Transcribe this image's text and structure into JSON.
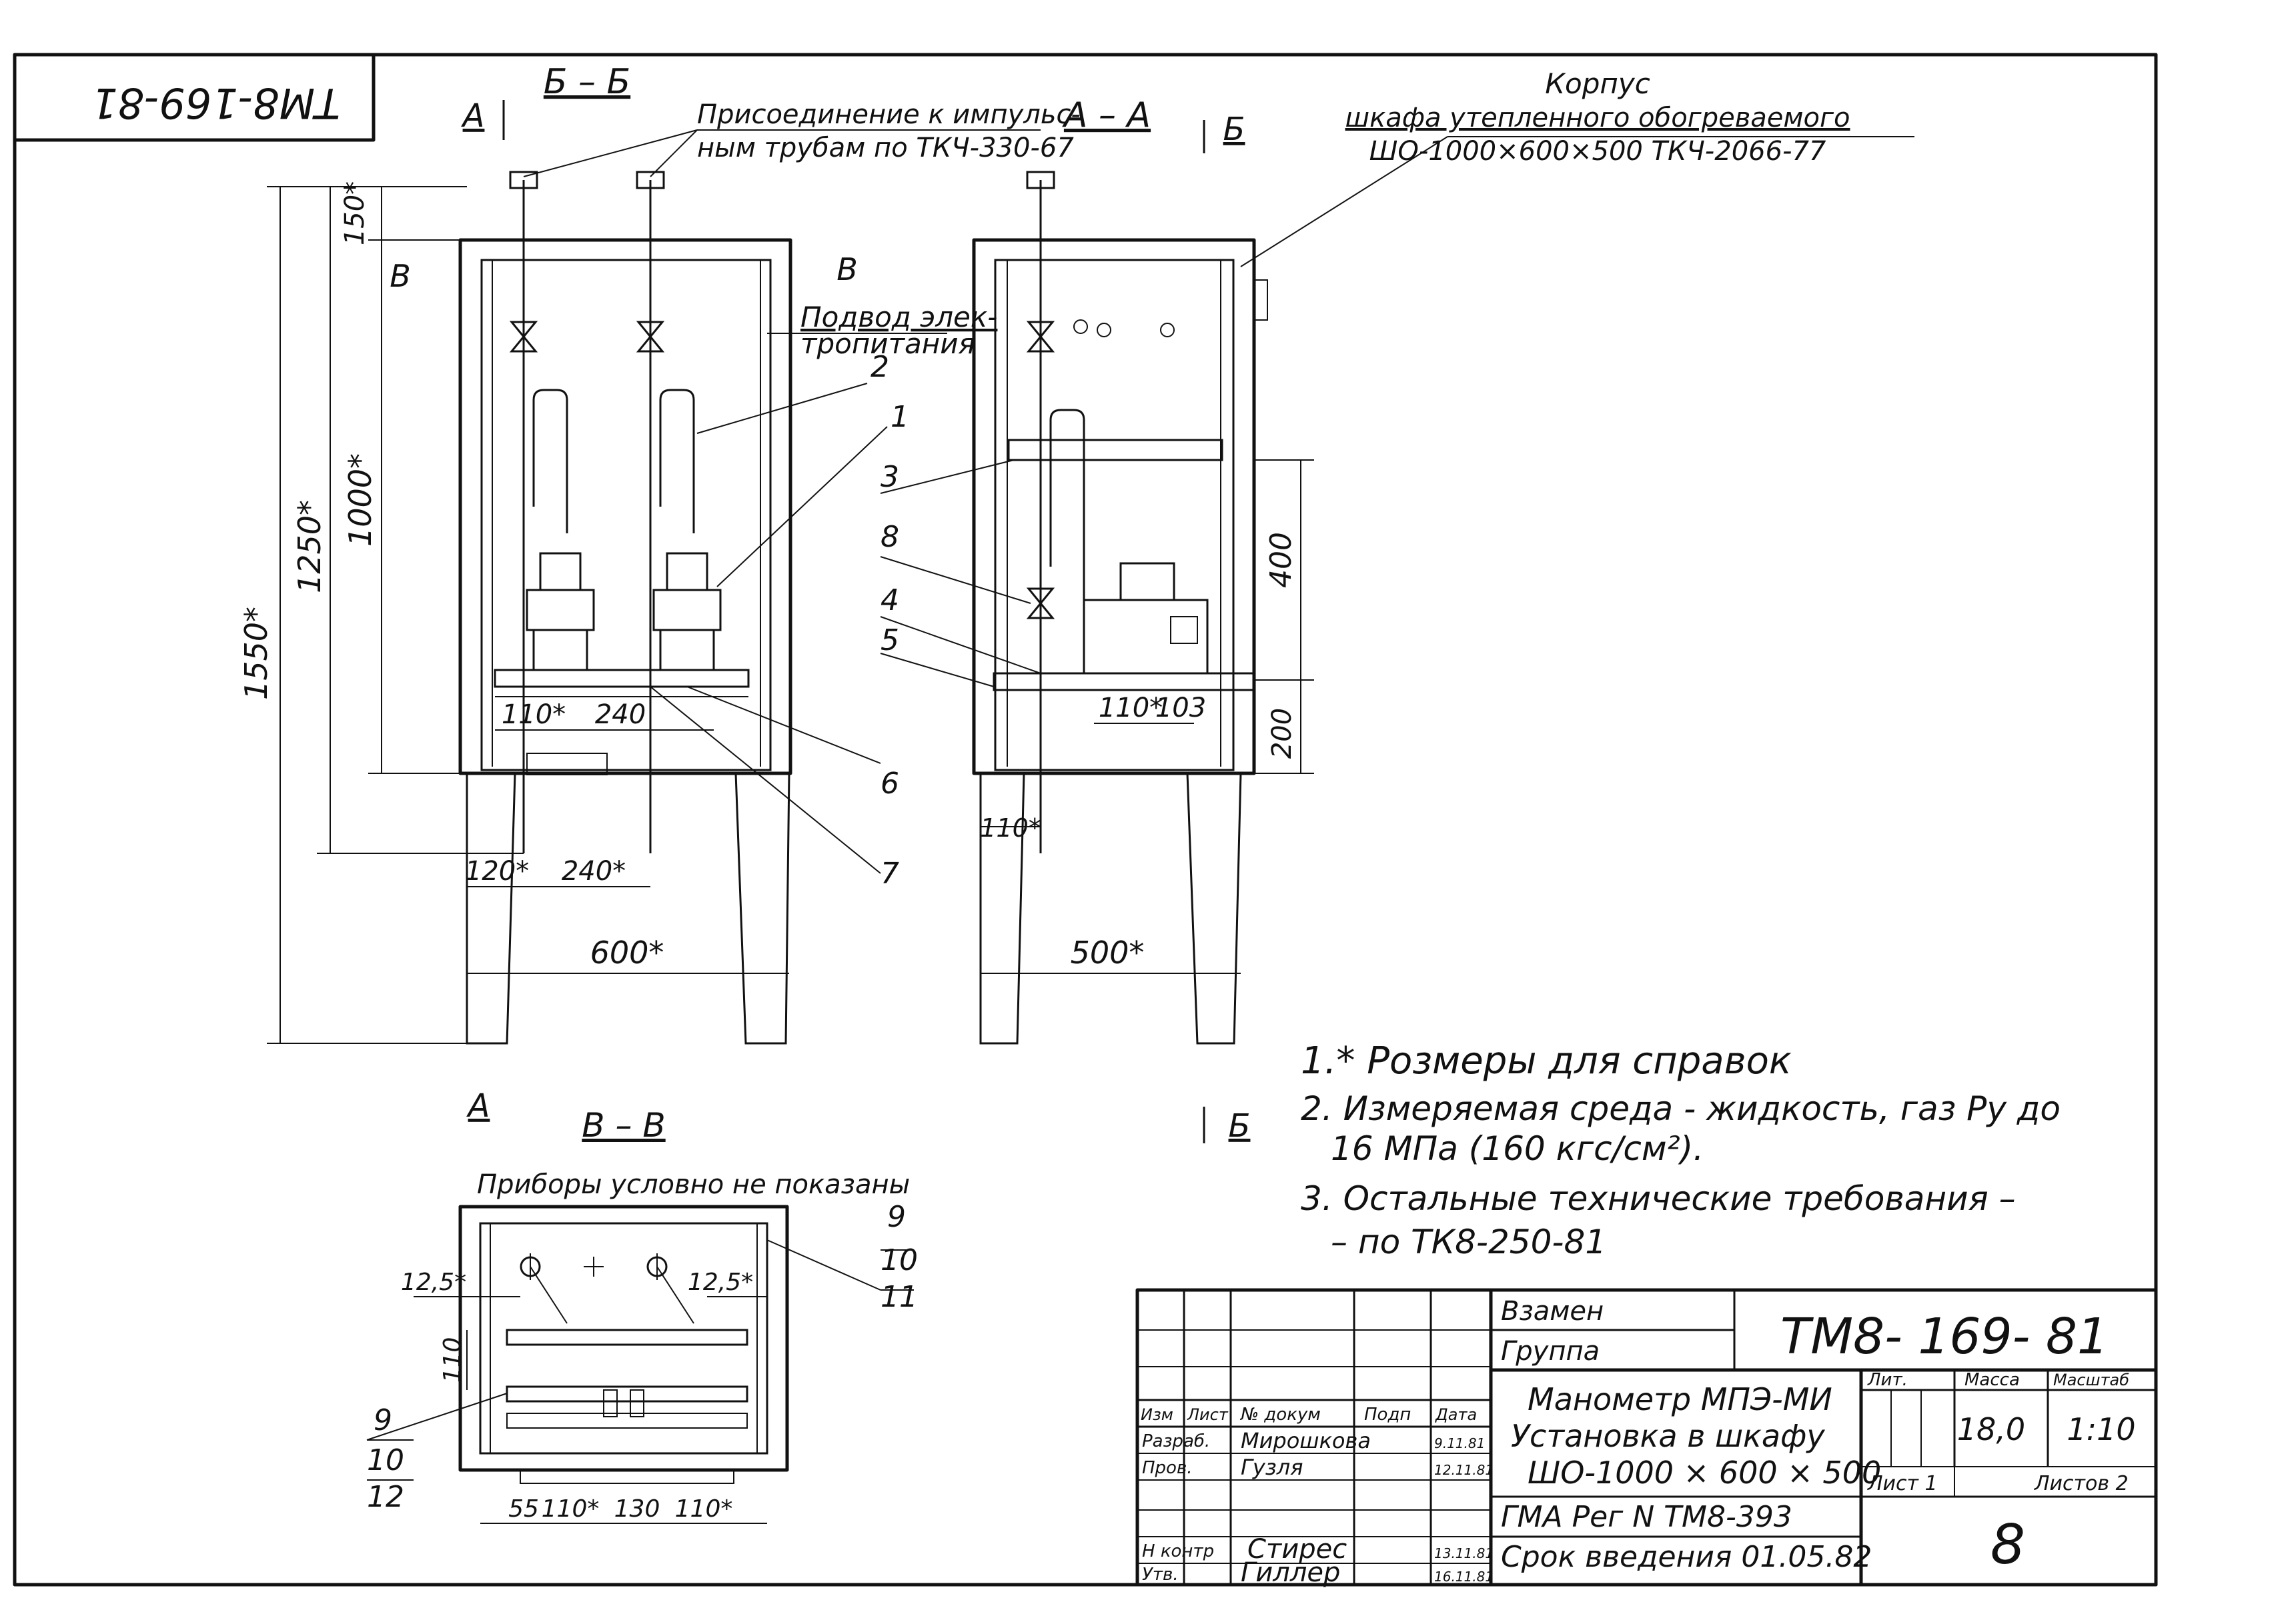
{
  "drawing": {
    "code_rotated": "ТМ8-169-81",
    "code": "ТМ8-169-81",
    "section_bb": "Б – Б",
    "section_aa": "А – А",
    "section_vv": "В – В",
    "cut_a": "А",
    "cut_b": "Б",
    "cut_v": "В"
  },
  "callouts": {
    "impulse_line1": "Присоединение к импульс-",
    "impulse_line2": "ным трубам по ТКЧ-330-67",
    "housing_line1": "Корпус",
    "housing_line2": "шкафа утепленного обогреваемого",
    "housing_line3": "ШО-1000×600×500  ТКЧ-2066-77",
    "power_line1": "Подвод элек-",
    "power_line2": "тропитания",
    "instruments_hidden": "Приборы условно не показаны"
  },
  "positions": [
    "1",
    "2",
    "3",
    "4",
    "5",
    "6",
    "7",
    "8",
    "9",
    "10",
    "11",
    "9",
    "10",
    "12"
  ],
  "dimensions": {
    "d1550": "1550*",
    "d1250": "1250*",
    "d1000": "1000*",
    "d150": "150*",
    "d110a": "110*",
    "d240a": "240",
    "d120": "120*",
    "d240b": "240*",
    "d600": "600*",
    "d400": "400",
    "d200": "200",
    "d110b": "110*",
    "d103": "103",
    "d110c": "110*",
    "d500": "500*",
    "d12_5a": "12,5*",
    "d12_5b": "12,5*",
    "d110d": "110",
    "d55": "55",
    "d110e": "110*",
    "d130": "130",
    "d110f": "110*"
  },
  "notes": {
    "n1": "1.* Розмеры для справок",
    "n2a": "2. Измеряемая среда - жидкость, газ  Pу до",
    "n2b": "16 МПа (160 кгс/см²).",
    "n3a": "3. Остальные технические требования –",
    "n3b": "– по ТК8-250-81"
  },
  "title_block": {
    "vzamen": "Взамен",
    "gruppa": "Группа",
    "code": "ТМ8- 169- 81",
    "title1": "Манометр МПЭ-МИ",
    "title2": "Установка в шкафу",
    "title3": "ШО-1000 × 600 × 500",
    "reg": "ГМА  Рег N ТМ8-393",
    "date_intro": "Срок введения 01.05.82",
    "hdr_izm": "Изм",
    "hdr_list": "Лист",
    "hdr_doc": "№ докум",
    "hdr_sign": "Подп",
    "hdr_date": "Дата",
    "razrab": "Разраб.",
    "prov": "Пров.",
    "nkontr": "Н контр",
    "utv": "Утв.",
    "name_razrab": "Мирошкова",
    "name_prov": "Гузля",
    "name_nkontr": "Стирес",
    "name_utv": "Гиллер",
    "date_razrab": "9.11.81",
    "date_prov": "12.11.81",
    "date_nkontr": "13.11.81",
    "date_utv": "16.11.81",
    "lit": "Лит.",
    "massa": "Масса",
    "masshtab": "Масштаб",
    "massa_val": "18,0",
    "masshtab_val": "1:10",
    "list": "Лист 1",
    "listov": "Листов 2",
    "page": "8"
  }
}
